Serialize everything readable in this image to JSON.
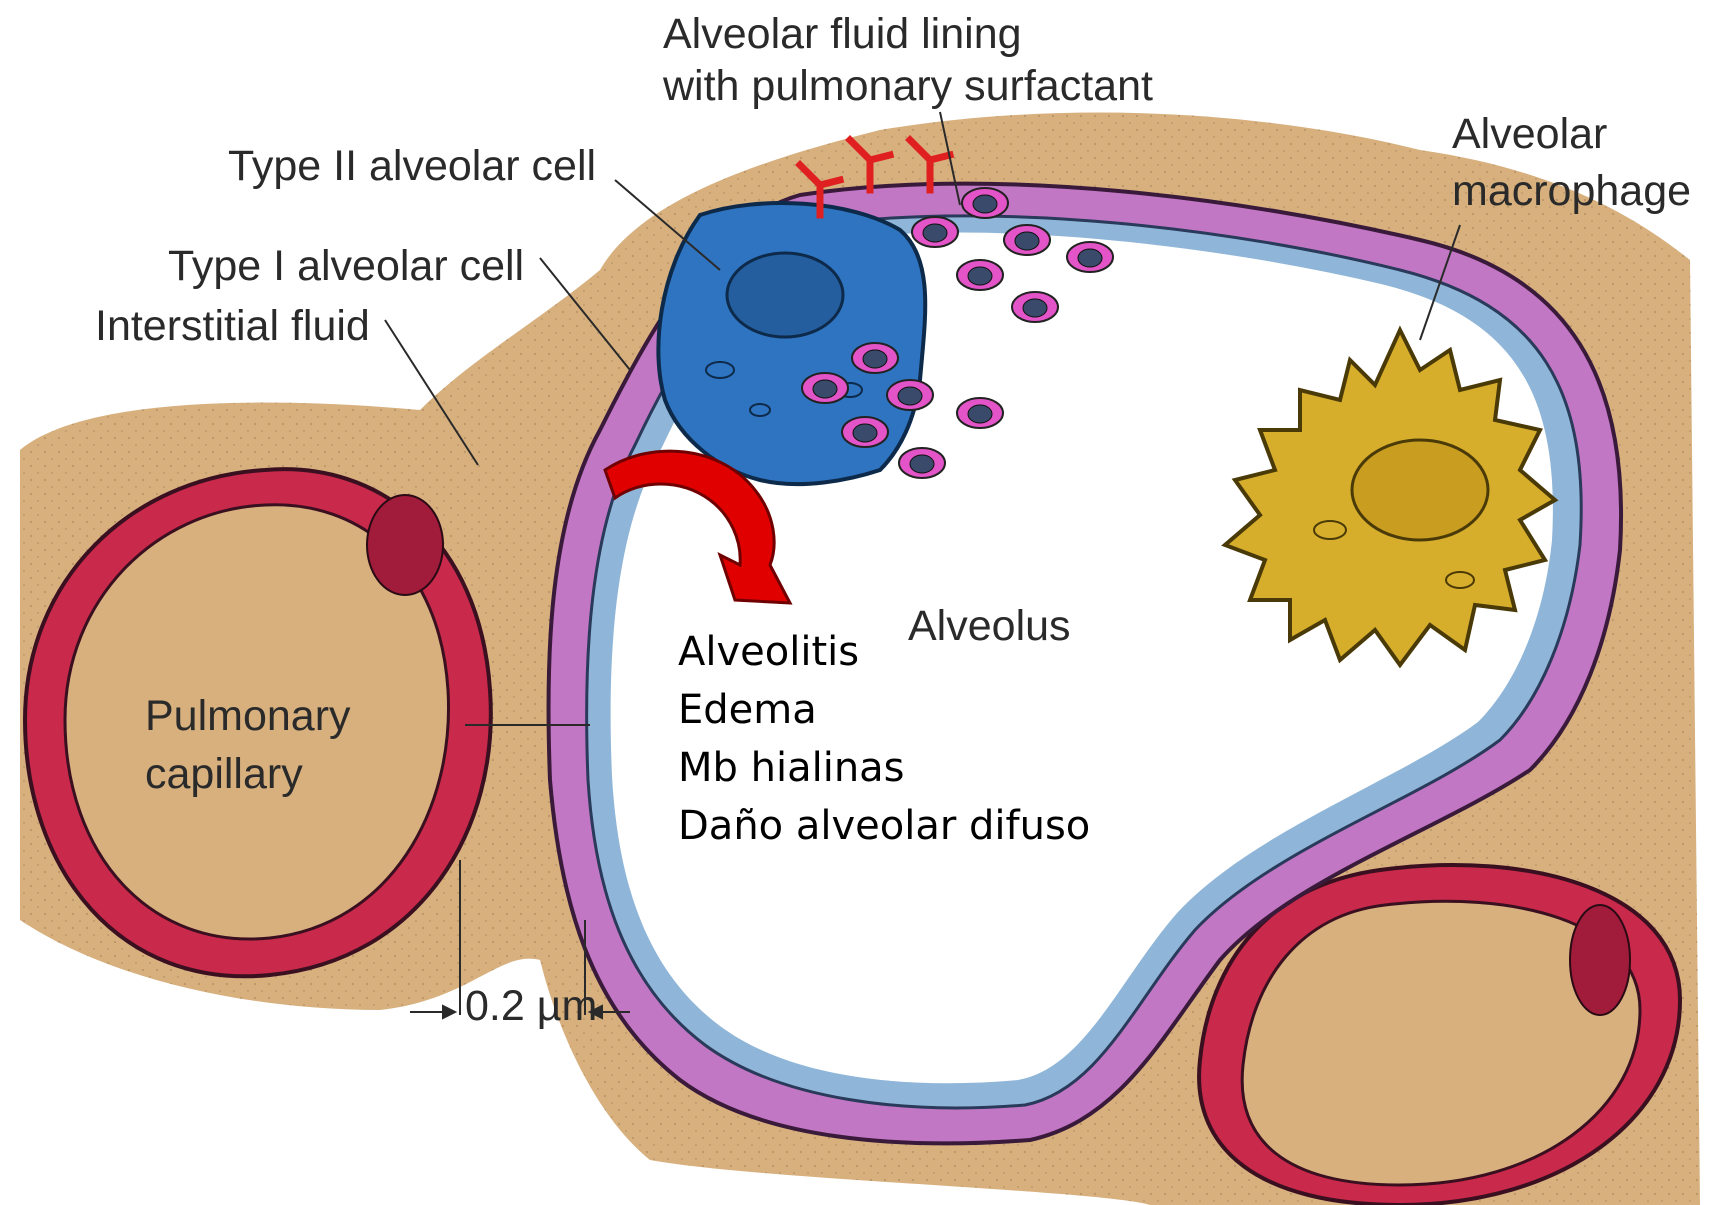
{
  "labels": {
    "fluid_lining_1": "Alveolar fluid lining",
    "fluid_lining_2": "with pulmonary surfactant",
    "alveolar_1": "Alveolar",
    "macrophage": "macrophage",
    "type2": "Type II alveolar cell",
    "type1": "Type I alveolar cell",
    "interstitial": "Interstitial fluid",
    "alveolus": "Alveolus",
    "pulmonary": "Pulmonary",
    "capillary": "capillary",
    "scale": "0.2 µm"
  },
  "annotations": [
    "Alveolitis",
    "Edema",
    "Mb hialinas",
    "Daño alveolar difuso"
  ],
  "colors": {
    "interstitium": "#d7b07e",
    "capillary_wall": "#c9294a",
    "membrane": "#c277c4",
    "surfactant": "#8fb6d8",
    "type2_cell": "#2f74c0",
    "macrophage": "#d6ae2c",
    "cell_marker": "#e254c7",
    "antibody": "#e02020",
    "arrow": "#e00000"
  },
  "icons": [
    "antibody-icon",
    "curved-arrow-icon",
    "scale-arrow-icon"
  ]
}
